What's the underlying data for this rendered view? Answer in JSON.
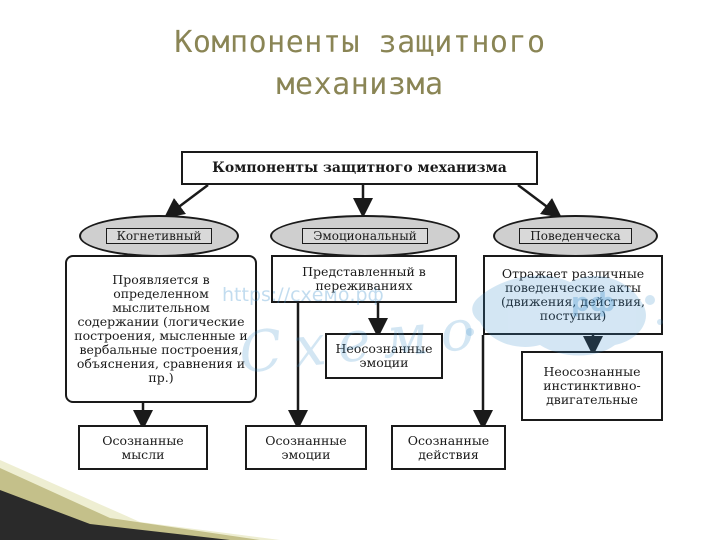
{
  "slide": {
    "title_line1": "Компоненты защитного",
    "title_line2": "механизма"
  },
  "diagram": {
    "header": "Компоненты защитного механизма",
    "categories": {
      "cognitive": "Когнетивный",
      "emotional": "Эмоциональный",
      "behavioral": "Поведенческа"
    },
    "descriptions": {
      "cognitive": "Проявляется в определенном мыслительном содержании (логические построения, мысленные и вербальные построения, объяснения, сравнения и пр.)",
      "emotional": "Представленный в переживаниях",
      "behavioral": "Отражает различные поведенческие акты (движения, действия, поступки)"
    },
    "unconscious": {
      "emotions": "Неосознанные эмоции",
      "behavioral": "Неосознанные инстинктивно-двигательные"
    },
    "conscious": {
      "thoughts": "Осознанные мысли",
      "emotions": "Осознанные эмоции",
      "actions": "Осознанные действия"
    }
  },
  "watermark": {
    "url": "https://схемо.рф",
    "brand": "Схемо",
    "badge": "рф"
  },
  "colors": {
    "title": "#8a8555",
    "oval_fill": "#cfcfcf",
    "watermark": "#3a8fcc"
  }
}
